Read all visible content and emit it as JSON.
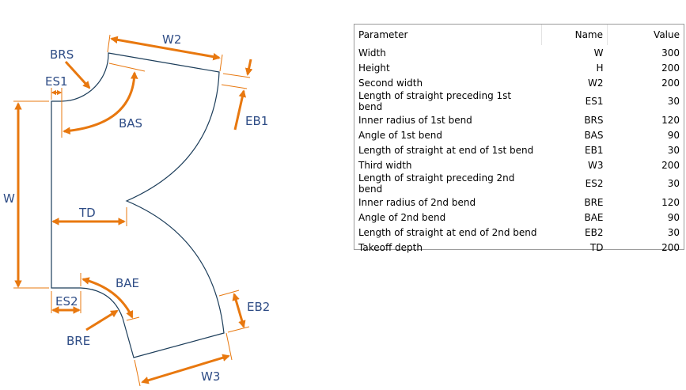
{
  "diagram": {
    "labels": {
      "W": "W",
      "W2": "W2",
      "W3": "W3",
      "BRS": "BRS",
      "BAS": "BAS",
      "ES1": "ES1",
      "EB1": "EB1",
      "TD": "TD",
      "BAE": "BAE",
      "ES2": "ES2",
      "BRE": "BRE",
      "EB2": "EB2"
    },
    "colors": {
      "dimension": "#e8780f",
      "outline": "#1c3d5a",
      "label": "#2f4d86"
    }
  },
  "table": {
    "headers": {
      "parameter": "Parameter",
      "name": "Name",
      "value": "Value"
    },
    "rows": [
      {
        "parameter": "Width",
        "name": "W",
        "value": "300"
      },
      {
        "parameter": "Height",
        "name": "H",
        "value": "200"
      },
      {
        "parameter": "Second width",
        "name": "W2",
        "value": "200"
      },
      {
        "parameter": "Length of straight preceding 1st bend",
        "name": "ES1",
        "value": "30"
      },
      {
        "parameter": "Inner radius of 1st bend",
        "name": "BRS",
        "value": "120"
      },
      {
        "parameter": "Angle of 1st bend",
        "name": "BAS",
        "value": "90"
      },
      {
        "parameter": "Length of straight at end of 1st bend",
        "name": "EB1",
        "value": "30"
      },
      {
        "parameter": "Third width",
        "name": "W3",
        "value": "200"
      },
      {
        "parameter": "Length of straight preceding 2nd bend",
        "name": "ES2",
        "value": "30"
      },
      {
        "parameter": "Inner radius of 2nd bend",
        "name": "BRE",
        "value": "120"
      },
      {
        "parameter": "Angle of 2nd bend",
        "name": "BAE",
        "value": "90"
      },
      {
        "parameter": "Length of straight at end of 2nd bend",
        "name": "EB2",
        "value": "30"
      },
      {
        "parameter": "Takeoff depth",
        "name": "TD",
        "value": "200"
      }
    ]
  }
}
